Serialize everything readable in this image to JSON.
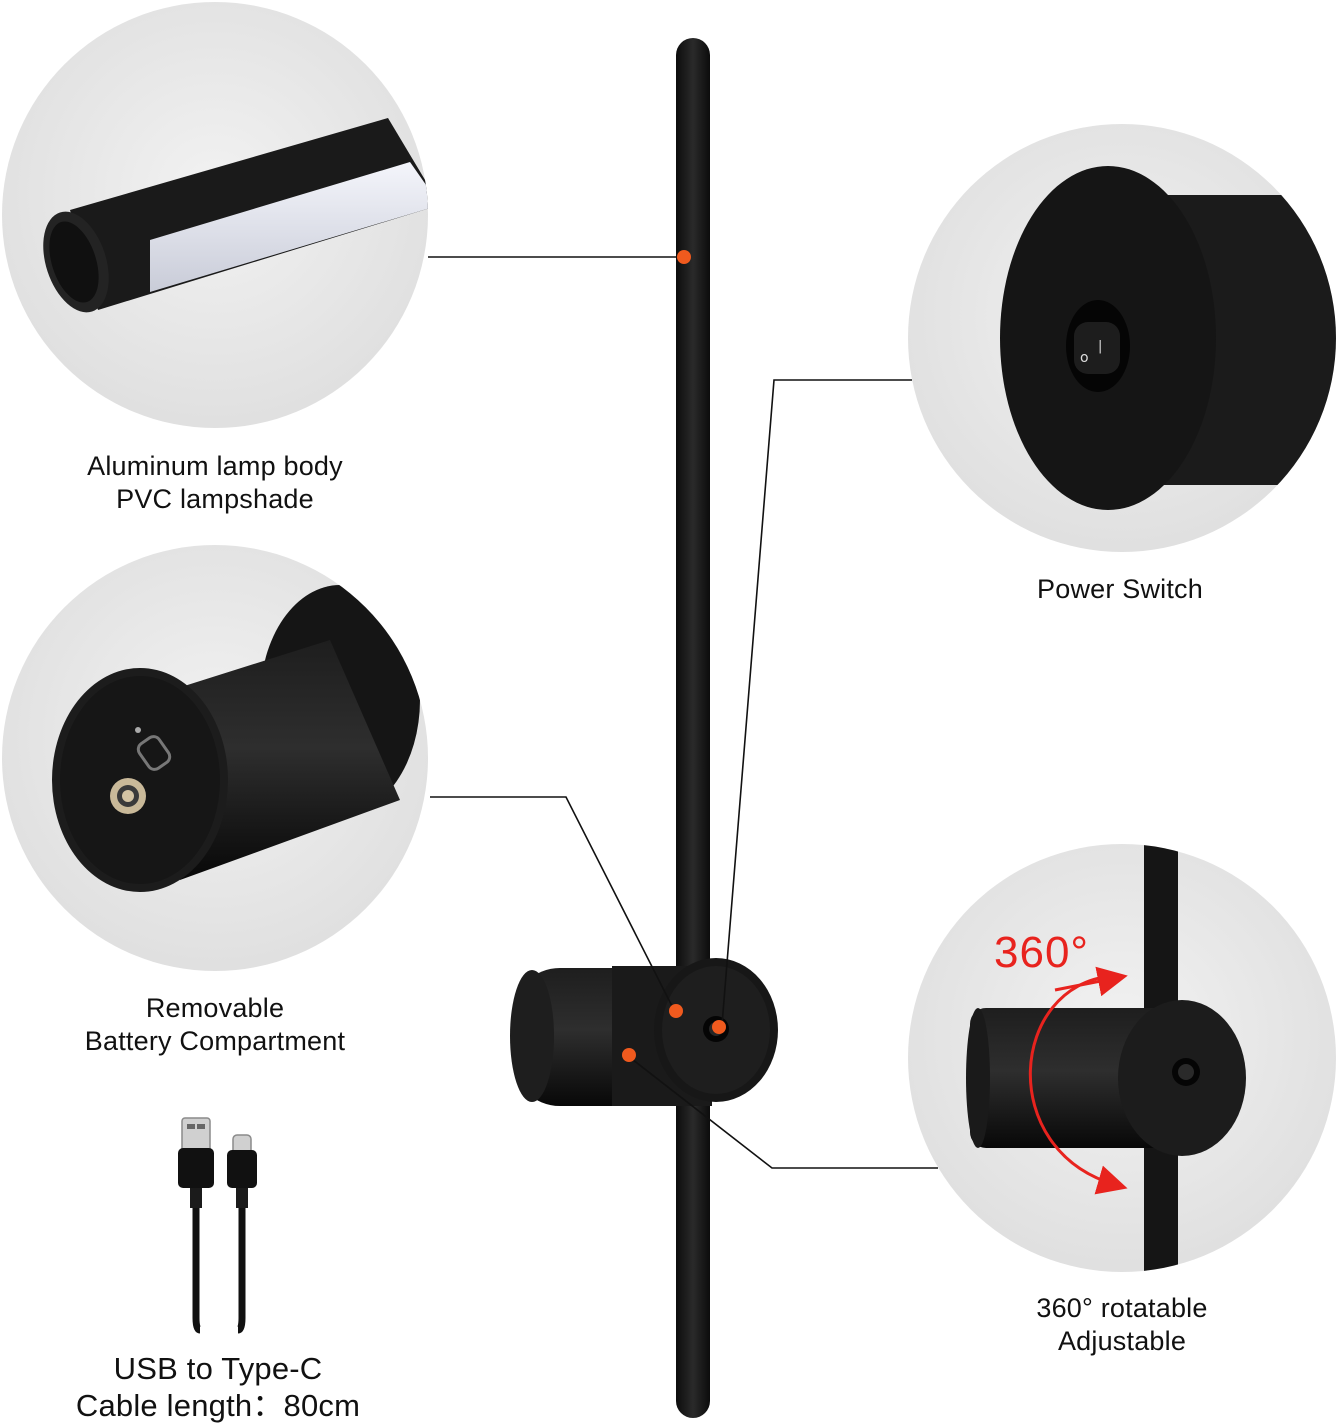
{
  "product": {
    "captions": {
      "body": {
        "line1": "Aluminum lamp body",
        "line2": "PVC lampshade"
      },
      "switch": {
        "line1": "Power Switch"
      },
      "battery": {
        "line1": "Removable",
        "line2": "Battery Compartment"
      },
      "rotate": {
        "line1": "360° rotatable",
        "line2": "Adjustable"
      },
      "cable": {
        "line1": "USB to Type-C",
        "line2": "Cable length：80cm"
      }
    },
    "rotation_badge": "360°"
  },
  "colors": {
    "lamp_black": "#141414",
    "marker_orange": "#f05a1e",
    "rotation_red": "#e8231e",
    "circle_gray": "#e8e8e8",
    "led_light": "#e4e6f0"
  }
}
